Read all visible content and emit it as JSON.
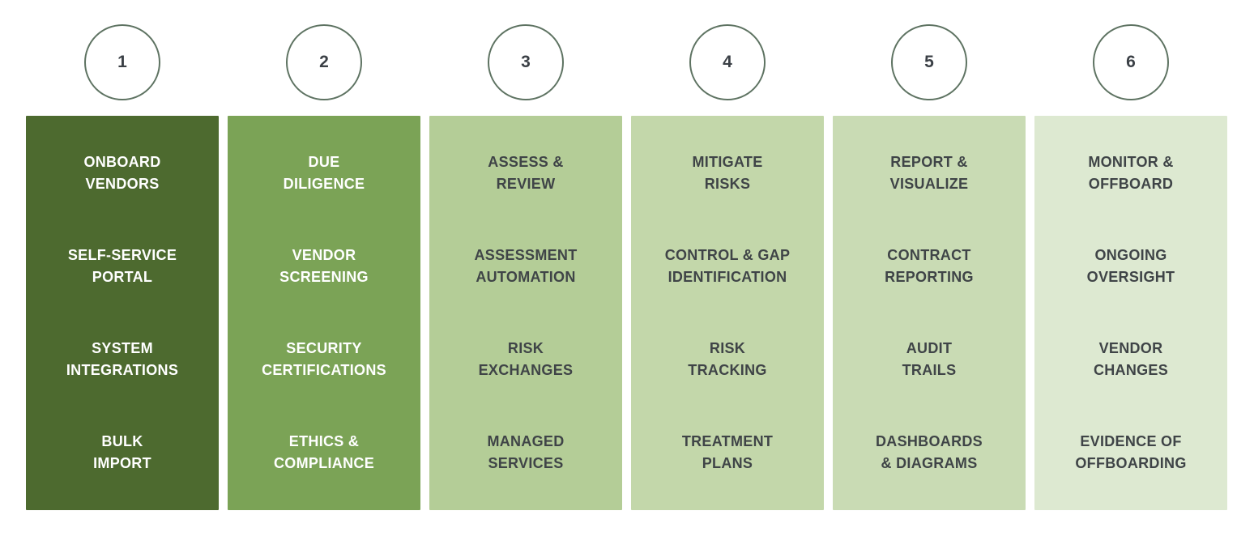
{
  "page": {
    "background_color": "#ffffff"
  },
  "diagram": {
    "circle_border_color": "#5e7362",
    "circle_number_color": "#3b4046",
    "columns": [
      {
        "number": "1",
        "bg": "#4d6a2f",
        "text_color": "#ffffff",
        "title": "ONBOARD\nVENDORS",
        "items": [
          "SELF-SERVICE\nPORTAL",
          "SYSTEM\nINTEGRATIONS",
          "BULK\nIMPORT"
        ]
      },
      {
        "number": "2",
        "bg": "#7ba356",
        "text_color": "#ffffff",
        "title": "DUE\nDILIGENCE",
        "items": [
          "VENDOR\nSCREENING",
          "SECURITY\nCERTIFICATIONS",
          "ETHICS &\nCOMPLIANCE"
        ]
      },
      {
        "number": "3",
        "bg": "#b4cd97",
        "text_color": "#3f4447",
        "title": "ASSESS &\nREVIEW",
        "items": [
          "ASSESSMENT\nAUTOMATION",
          "RISK\nEXCHANGES",
          "MANAGED\nSERVICES"
        ]
      },
      {
        "number": "4",
        "bg": "#c3d7aa",
        "text_color": "#3f4447",
        "title": "MITIGATE\nRISKS",
        "items": [
          "CONTROL & GAP\nIDENTIFICATION",
          "RISK\nTRACKING",
          "TREATMENT\nPLANS"
        ]
      },
      {
        "number": "5",
        "bg": "#c9dbb4",
        "text_color": "#3f4447",
        "title": "REPORT &\nVISUALIZE",
        "items": [
          "CONTRACT\nREPORTING",
          "AUDIT\nTRAILS",
          "DASHBOARDS\n& DIAGRAMS"
        ]
      },
      {
        "number": "6",
        "bg": "#dde9d1",
        "text_color": "#3f4447",
        "title": "MONITOR &\nOFFBOARD",
        "items": [
          "ONGOING\nOVERSIGHT",
          "VENDOR\nCHANGES",
          "EVIDENCE OF\nOFFBOARDING"
        ]
      }
    ]
  }
}
